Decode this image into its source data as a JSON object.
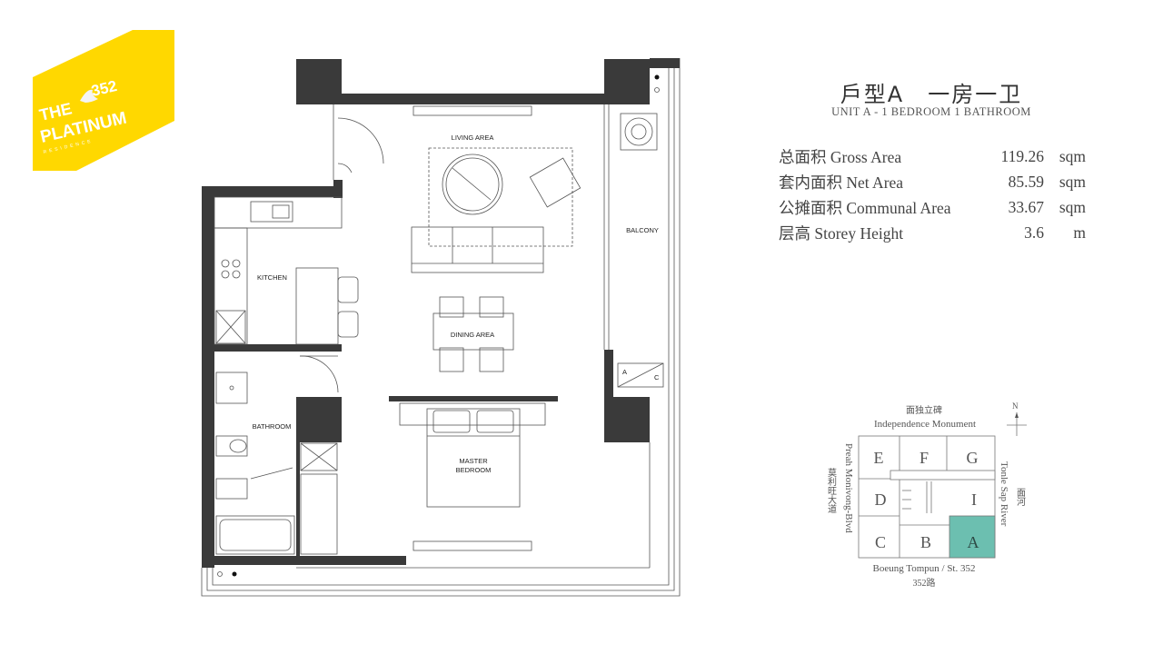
{
  "logo": {
    "line1": "THE",
    "number": "352",
    "line2": "PLATINUM",
    "tagline": "RESIDENCE",
    "color": "#FFD800"
  },
  "title": {
    "cn": "戶型A　一房一卫",
    "en": "UNIT A - 1 BEDROOM 1 BATHROOM"
  },
  "specs": [
    {
      "label": "总面积  Gross Area",
      "value": "119.26",
      "unit": "sqm"
    },
    {
      "label": "套内面积 Net Area",
      "value": "85.59",
      "unit": "sqm"
    },
    {
      "label": "公摊面积  Communal Area",
      "value": "33.67",
      "unit": "sqm"
    },
    {
      "label": "层高  Storey Height",
      "value": "3.6",
      "unit": "m"
    }
  ],
  "plan": {
    "rooms": {
      "living": "LIVING AREA",
      "balcony": "BALCONY",
      "kitchen": "KITCHEN",
      "dining": "DINING AREA",
      "bathroom": "BATHROOM",
      "bedroom_1": "MASTER",
      "bedroom_2": "BEDROOM"
    },
    "ac_a": "A",
    "ac_c": "C",
    "wall_color": "#3a3a3a"
  },
  "site": {
    "north": "N",
    "top_cn": "面独立碑",
    "top_en": "Independence Monument",
    "left_en": "Preah Monivong-Blvd",
    "left_cn": "莫利旺大道",
    "right_en": "Tonle Sap River",
    "right_cn": "面河",
    "bottom_en": "Boeung Tompun / St. 352",
    "bottom_cn": "352路",
    "units": [
      "E",
      "F",
      "G",
      "D",
      "I",
      "C",
      "B",
      "A"
    ],
    "highlight_unit": "A",
    "highlight_color": "#6cbfb0"
  }
}
